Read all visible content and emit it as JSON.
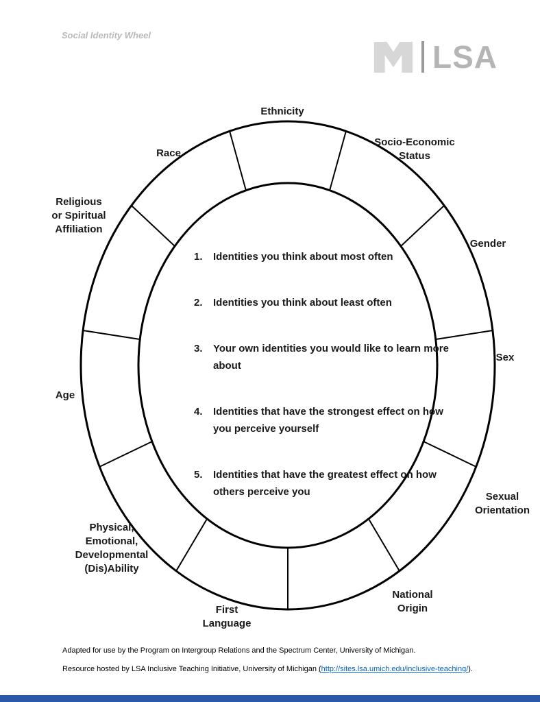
{
  "page": {
    "header_title": "Social Identity Wheel"
  },
  "logo": {
    "m_letter": "Block M (University of Michigan)",
    "lsa_text": "LSA"
  },
  "wheel": {
    "categories": [
      {
        "id": "ethnicity",
        "label": "Ethnicity"
      },
      {
        "id": "socio_economic_status",
        "label": "Socio-Economic\nStatus"
      },
      {
        "id": "gender",
        "label": "Gender"
      },
      {
        "id": "sex",
        "label": "Sex"
      },
      {
        "id": "sexual_orientation",
        "label": "Sexual\nOrientation"
      },
      {
        "id": "national_origin",
        "label": "National\nOrigin"
      },
      {
        "id": "first_language",
        "label": "First\nLanguage"
      },
      {
        "id": "disability",
        "label": "Physical,\nEmotional,\nDevelopmental\n(Dis)Ability"
      },
      {
        "id": "age",
        "label": "Age"
      },
      {
        "id": "religious_spiritual_affiliation",
        "label": "Religious\nor Spiritual\nAffiliation"
      },
      {
        "id": "race",
        "label": "Race"
      }
    ],
    "center_prompts": [
      {
        "num": "1.",
        "text": "Identities you think about most often"
      },
      {
        "num": "2.",
        "text": "Identities you think about least often"
      },
      {
        "num": "3.",
        "text": "Your own identities you would like to learn more about"
      },
      {
        "num": "4.",
        "text": "Identities that have the strongest effect on how you perceive yourself"
      },
      {
        "num": "5.",
        "text": "Identities that have the greatest effect on how others perceive you"
      }
    ]
  },
  "footer": {
    "line1": "Adapted for use by the Program on Intergroup Relations and the Spectrum Center, University of Michigan.",
    "line2_prefix": "Resource hosted by LSA Inclusive Teaching Initiative, University of Michigan (",
    "line2_link": "http://sites.lsa.umich.edu/inclusive-teaching/",
    "line2_suffix": ")."
  },
  "colors": {
    "footer_bar": "#2b58a8",
    "link": "#0563c1",
    "logo_m_gray": "#d7d7d7",
    "logo_lsa_gray": "#b5b5b5",
    "title_gray": "#b9b9b9",
    "wheel_stroke": "#000000"
  }
}
